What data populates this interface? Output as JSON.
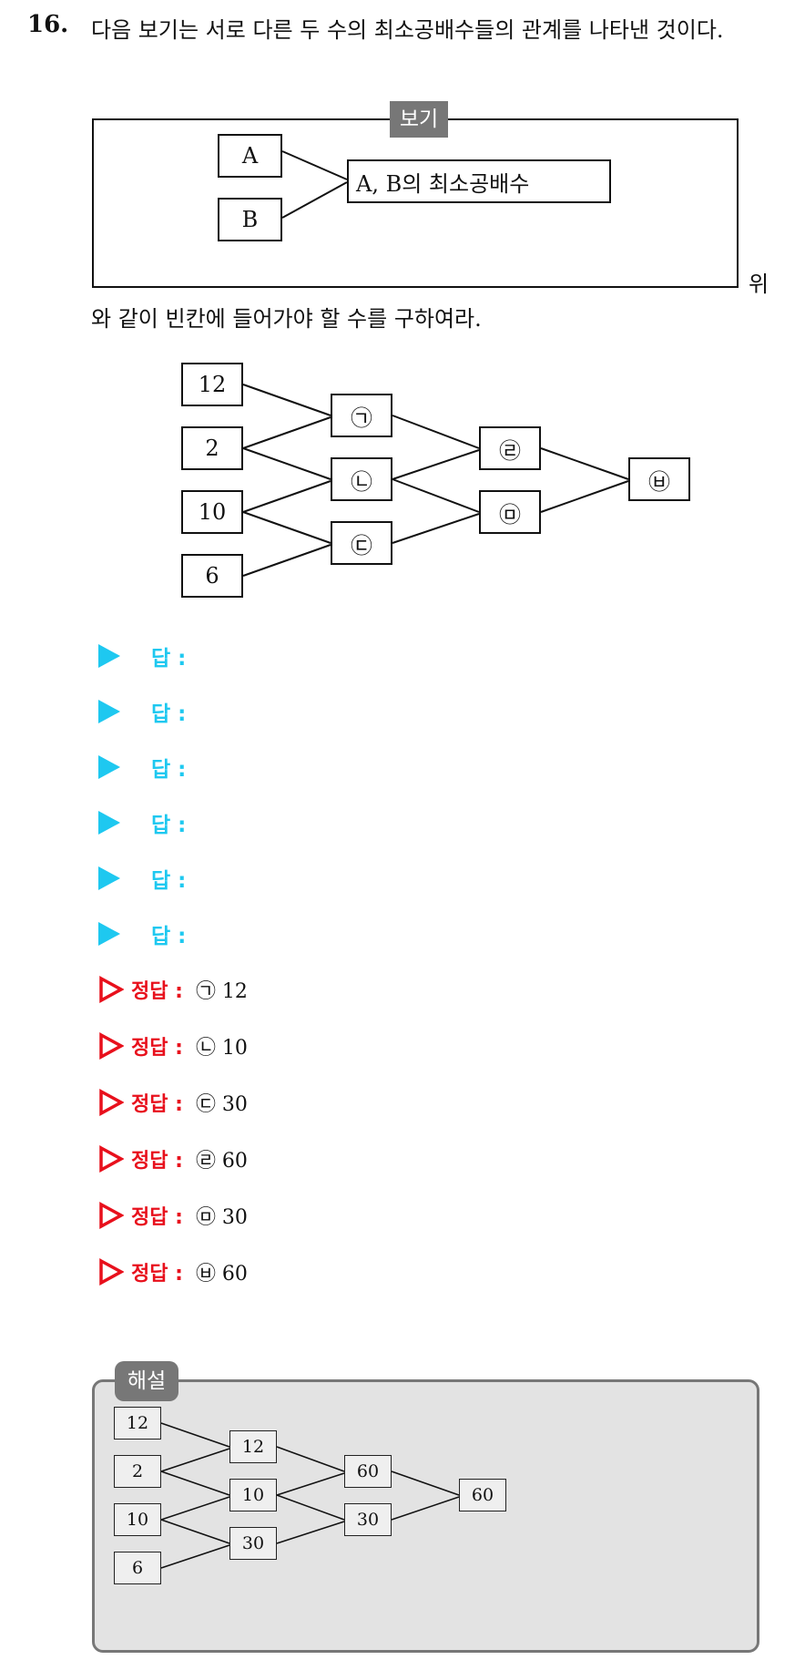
{
  "question": {
    "number": "16.",
    "text": "다음 보기는 서로 다른 두 수의 최소공배수들의 관계를 나타낸 것이다.",
    "continuation_tail": "위",
    "continuation": "와 같이 빈칸에 들어가야 할 수를 구하여라."
  },
  "example": {
    "tag": "보기",
    "a": "A",
    "b": "B",
    "result": "A, B의 최소공배수"
  },
  "problem_diagram": {
    "inputs": [
      "12",
      "2",
      "10",
      "6"
    ],
    "level1": [
      "㉠",
      "㉡",
      "㉢"
    ],
    "level2": [
      "㉣",
      "㉤"
    ],
    "final": "㉥"
  },
  "answers": {
    "label": "답 :",
    "count": 6
  },
  "correct": {
    "label": "정답 :",
    "items": [
      "㉠ 12",
      "㉡ 10",
      "㉢ 30",
      "㉣ 60",
      "㉤ 30",
      "㉥ 60"
    ]
  },
  "solution": {
    "tag": "해설",
    "inputs": [
      "12",
      "2",
      "10",
      "6"
    ],
    "level1": [
      "12",
      "10",
      "30"
    ],
    "level2": [
      "60",
      "30"
    ],
    "final": "60"
  },
  "colors": {
    "answer_accent": "#1ec8f0",
    "correct_accent": "#e8101c",
    "tag_bg": "#777777",
    "solution_bg": "#e3e3e3"
  }
}
